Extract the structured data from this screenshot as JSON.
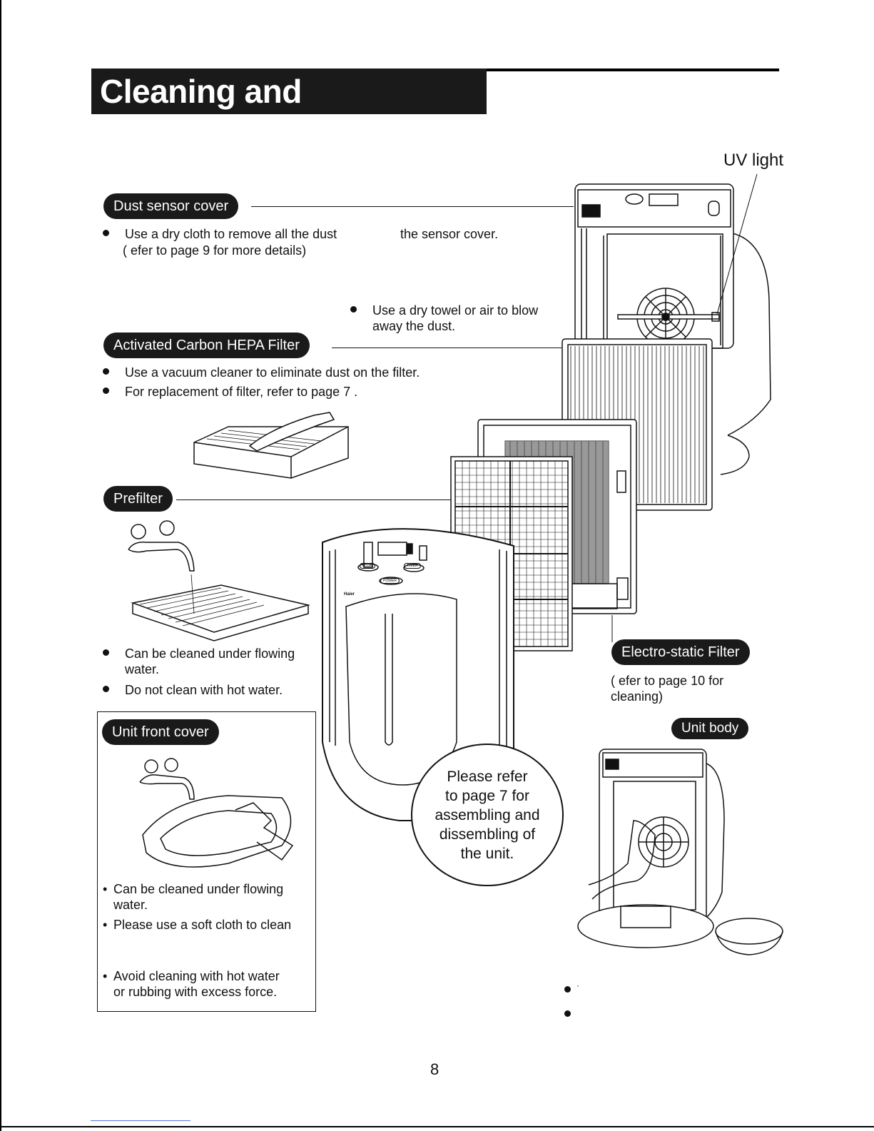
{
  "title": "Cleaning and Maintenance",
  "uv_label": "UV light",
  "dust_sensor": {
    "label": "Dust sensor cover",
    "line1_a": "Use a dry cloth to remove all the dust",
    "line1_b": "the sensor cover.",
    "line2": "(   efer to page  9  for more details)"
  },
  "uv_tip": {
    "line1": "Use a dry towel or air to blow",
    "line2": "away the dust."
  },
  "hepa": {
    "label": "Activated Carbon HEPA Filter",
    "bullet1": "Use a vacuum cleaner to eliminate dust on the filter.",
    "bullet2": "For replacement of filter, refer to page  7 ."
  },
  "prefilter": {
    "label": "Prefilter",
    "bullet1_line1": "Can be cleaned under flowing",
    "bullet1_line2": "water.",
    "bullet2": "Do not clean with hot water."
  },
  "electro": {
    "label": "Electro-static Filter",
    "note_line1": "(   efer to page 10 for",
    "note_line2": "cleaning)"
  },
  "front_cover": {
    "label": "Unit front cover",
    "b1_line1": "Can be cleaned under flowing",
    "b1_line2": "water.",
    "b2": "Please use a soft cloth to clean",
    "b3_line1": "Avoid cleaning with hot water",
    "b3_line2": "or rubbing with excess force.",
    "bullet_char": "•"
  },
  "unit_body": {
    "label": "Unit body",
    "bullet1": "·"
  },
  "callout": {
    "line1": "Please refer",
    "line2": "to page  7  for",
    "line3": "assembling and",
    "line4": "dissembling of",
    "line5": "the unit."
  },
  "panel": {
    "flow": "FLOW",
    "timer": "TIMER",
    "power": "POWER",
    "brand": "Haier"
  },
  "page_number": "8"
}
